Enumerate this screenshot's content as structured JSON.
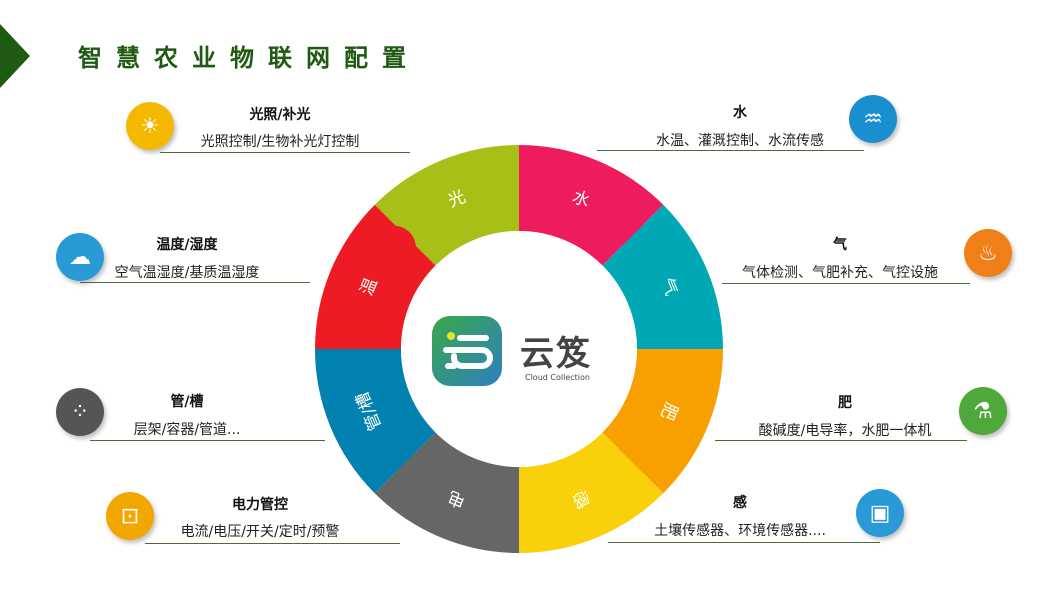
{
  "title": "智慧农业物联网配置",
  "logo": {
    "cn": "云笈",
    "en": "Cloud Collection"
  },
  "segments": [
    {
      "label": "光",
      "color": "#a8bf17"
    },
    {
      "label": "水",
      "color": "#ee1c5d"
    },
    {
      "label": "气",
      "color": "#00a7b5"
    },
    {
      "label": "肥",
      "color": "#f7a000"
    },
    {
      "label": "感",
      "color": "#f8d10a"
    },
    {
      "label": "电",
      "color": "#666666"
    },
    {
      "label": "管/槽",
      "color": "#0081b0"
    },
    {
      "label": "温",
      "color": "#ed1c24"
    }
  ],
  "items": [
    {
      "id": "light",
      "title": "光照/补光",
      "sub": "光照控制/生物补光灯控制",
      "icon": "sun-icon",
      "glyph": "☀",
      "color": "#f5b800"
    },
    {
      "id": "temp",
      "title": "温度/湿度",
      "sub": "空气温湿度/基质温湿度",
      "icon": "rain-cloud-icon",
      "glyph": "☁",
      "color": "#2a9ad6"
    },
    {
      "id": "pipe",
      "title": "管/槽",
      "sub": "层架/容器/管道...",
      "icon": "grid-nodes-icon",
      "glyph": "⁘",
      "color": "#555555"
    },
    {
      "id": "power",
      "title": "电力管控",
      "sub": "电流/电压/开关/定时/预警",
      "icon": "socket-icon",
      "glyph": "⊡",
      "color": "#f2a600"
    },
    {
      "id": "water",
      "title": "水",
      "sub": "水温、灌溉控制、水流传感",
      "icon": "faucet-icon",
      "glyph": "♒",
      "color": "#1a8fd0"
    },
    {
      "id": "air",
      "title": "气",
      "sub": "气体检测、气肥补充、气控设施",
      "icon": "factory-icon",
      "glyph": "♨",
      "color": "#f07f1a"
    },
    {
      "id": "fert",
      "title": "肥",
      "sub": "酸碱度/电导率，水肥一体机",
      "icon": "flask-icon",
      "glyph": "⚗",
      "color": "#4fa83a"
    },
    {
      "id": "sense",
      "title": "感",
      "sub": "土壤传感器、环境传感器....",
      "icon": "chip-icon",
      "glyph": "▣",
      "color": "#2a9ad6"
    }
  ]
}
